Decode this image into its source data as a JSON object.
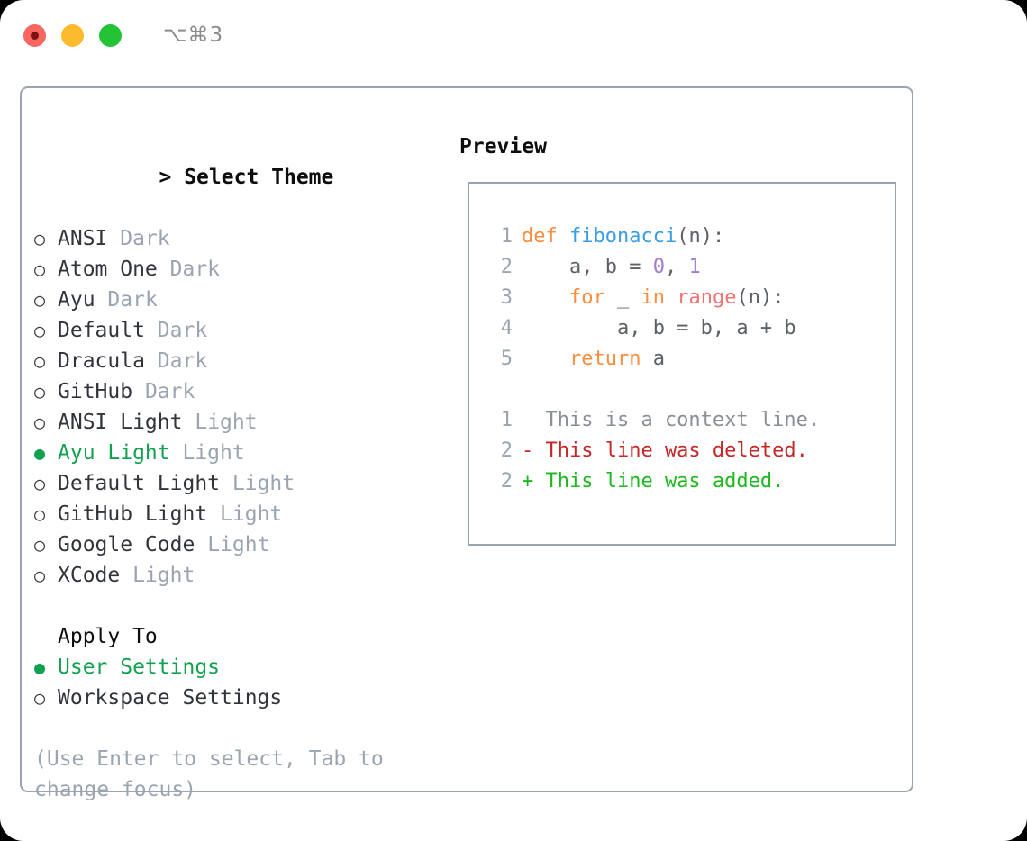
{
  "titlebar": {
    "shortcut": "⌥⌘3",
    "lights": [
      {
        "name": "close",
        "color": "#f9655f"
      },
      {
        "name": "minimize",
        "color": "#fcbb2d"
      },
      {
        "name": "maximize",
        "color": "#24c336"
      }
    ]
  },
  "theme_section": {
    "caret": ">",
    "title": "Select Theme",
    "marker_unselected": "○",
    "marker_selected": "●",
    "items": [
      {
        "label": "ANSI",
        "variant": "Dark",
        "selected": false
      },
      {
        "label": "Atom One",
        "variant": "Dark",
        "selected": false
      },
      {
        "label": "Ayu",
        "variant": "Dark",
        "selected": false
      },
      {
        "label": "Default",
        "variant": "Dark",
        "selected": false
      },
      {
        "label": "Dracula",
        "variant": "Dark",
        "selected": false
      },
      {
        "label": "GitHub",
        "variant": "Dark",
        "selected": false
      },
      {
        "label": "ANSI Light",
        "variant": "Light",
        "selected": false
      },
      {
        "label": "Ayu Light",
        "variant": "Light",
        "selected": true
      },
      {
        "label": "Default Light",
        "variant": "Light",
        "selected": false
      },
      {
        "label": "GitHub Light",
        "variant": "Light",
        "selected": false
      },
      {
        "label": "Google Code",
        "variant": "Light",
        "selected": false
      },
      {
        "label": "XCode",
        "variant": "Light",
        "selected": false
      }
    ]
  },
  "apply_section": {
    "title": "Apply To",
    "items": [
      {
        "label": "User Settings",
        "selected": true
      },
      {
        "label": "Workspace Settings",
        "selected": false
      }
    ]
  },
  "hint": "(Use Enter to select, Tab to change focus)",
  "preview": {
    "title": "Preview",
    "code_lines": [
      {
        "no": "1",
        "tokens": [
          {
            "t": "def ",
            "c": "kw"
          },
          {
            "t": "fibonacci",
            "c": "fn"
          },
          {
            "t": "(n):",
            "c": "punc"
          }
        ]
      },
      {
        "no": "2",
        "tokens": [
          {
            "t": "    a, b = ",
            "c": "var"
          },
          {
            "t": "0",
            "c": "num"
          },
          {
            "t": ", ",
            "c": "punc"
          },
          {
            "t": "1",
            "c": "num"
          }
        ]
      },
      {
        "no": "3",
        "tokens": [
          {
            "t": "    ",
            "c": "var"
          },
          {
            "t": "for",
            "c": "kw"
          },
          {
            "t": " _ ",
            "c": "var"
          },
          {
            "t": "in",
            "c": "kw"
          },
          {
            "t": " ",
            "c": "var"
          },
          {
            "t": "range",
            "c": "call"
          },
          {
            "t": "(n):",
            "c": "punc"
          }
        ]
      },
      {
        "no": "4",
        "tokens": [
          {
            "t": "        a, b = b, a + b",
            "c": "var"
          }
        ]
      },
      {
        "no": "5",
        "tokens": [
          {
            "t": "    ",
            "c": "var"
          },
          {
            "t": "return",
            "c": "kw"
          },
          {
            "t": " a",
            "c": "var"
          }
        ]
      }
    ],
    "diff_lines": [
      {
        "no": "1",
        "sign": " ",
        "text": "This is a context line.",
        "kind": "ctx"
      },
      {
        "no": "2",
        "sign": "-",
        "text": "This line was deleted.",
        "kind": "del"
      },
      {
        "no": "2",
        "sign": "+",
        "text": "This line was added.",
        "kind": "add"
      }
    ]
  },
  "colors": {
    "accent_green": "#12a150",
    "muted": "#9aa5b1",
    "text": "#31353b",
    "syntax_keyword": "#fa8d3e",
    "syntax_function": "#399ee6",
    "syntax_number": "#a37acc",
    "syntax_call": "#f07171",
    "diff_deleted": "#c62828",
    "diff_added": "#1fb81f"
  }
}
